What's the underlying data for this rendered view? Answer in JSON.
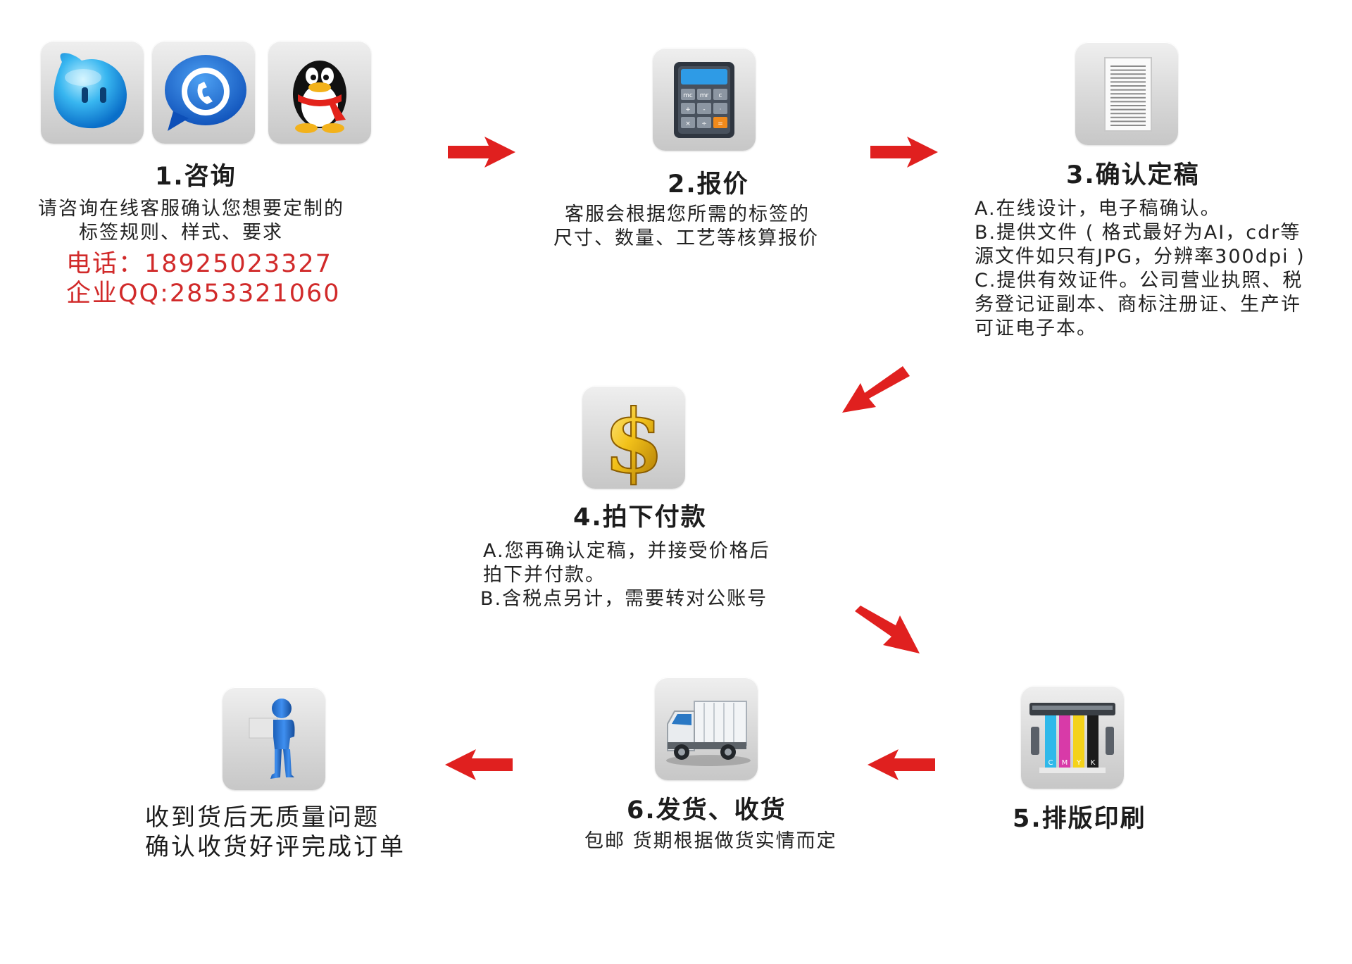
{
  "colors": {
    "arrow": "#e0201f",
    "contact": "#d12a2a",
    "text": "#1c1c1c",
    "tile": "#d8d8d8"
  },
  "step1": {
    "icons": [
      "chat-bubble-icon",
      "phone-icon",
      "penguin-icon"
    ],
    "title": "1.咨询",
    "lines": [
      "请咨询在线客服确认您想要定制的",
      "标签规则、样式、要求"
    ],
    "phone": "电话：18925023327",
    "qq": "企业QQ:2853321060"
  },
  "step2": {
    "icon": "calculator-icon",
    "calc_keys": [
      "mc",
      "mr",
      "c",
      "+",
      "-",
      "·",
      "×",
      "÷",
      "="
    ],
    "title": "2.报价",
    "lines": [
      "客服会根据您所需的标签的",
      "尺寸、数量、工艺等核算报价"
    ]
  },
  "step3": {
    "icon": "document-icon",
    "title": "3.确认定稿",
    "lines": [
      "A.在线设计，电子稿确认。",
      "B.提供文件 ( 格式最好为AI，cdr等",
      "源文件如只有JPG，分辨率300dpi )",
      "C.提供有效证件。公司营业执照、税",
      "务登记证副本、商标注册证、生产许",
      "可证电子本。"
    ]
  },
  "step4": {
    "icon": "dollar-icon",
    "title": "4.拍下付款",
    "lines": [
      "A.您再确认定稿，并接受价格后",
      "拍下并付款。",
      "B.含税点另计，需要转对公账号"
    ]
  },
  "step5": {
    "icon": "printer-icon",
    "ink_labels": [
      "C",
      "M",
      "Y",
      "K"
    ],
    "title": "5.排版印刷"
  },
  "step6": {
    "icon": "truck-icon",
    "title": "6.发货、收货",
    "lines": [
      "包邮 货期根据做货实情而定"
    ]
  },
  "step7": {
    "icon": "delivery-man-icon",
    "lines": [
      "收到货后无质量问题",
      "确认收货好评完成订单"
    ]
  }
}
